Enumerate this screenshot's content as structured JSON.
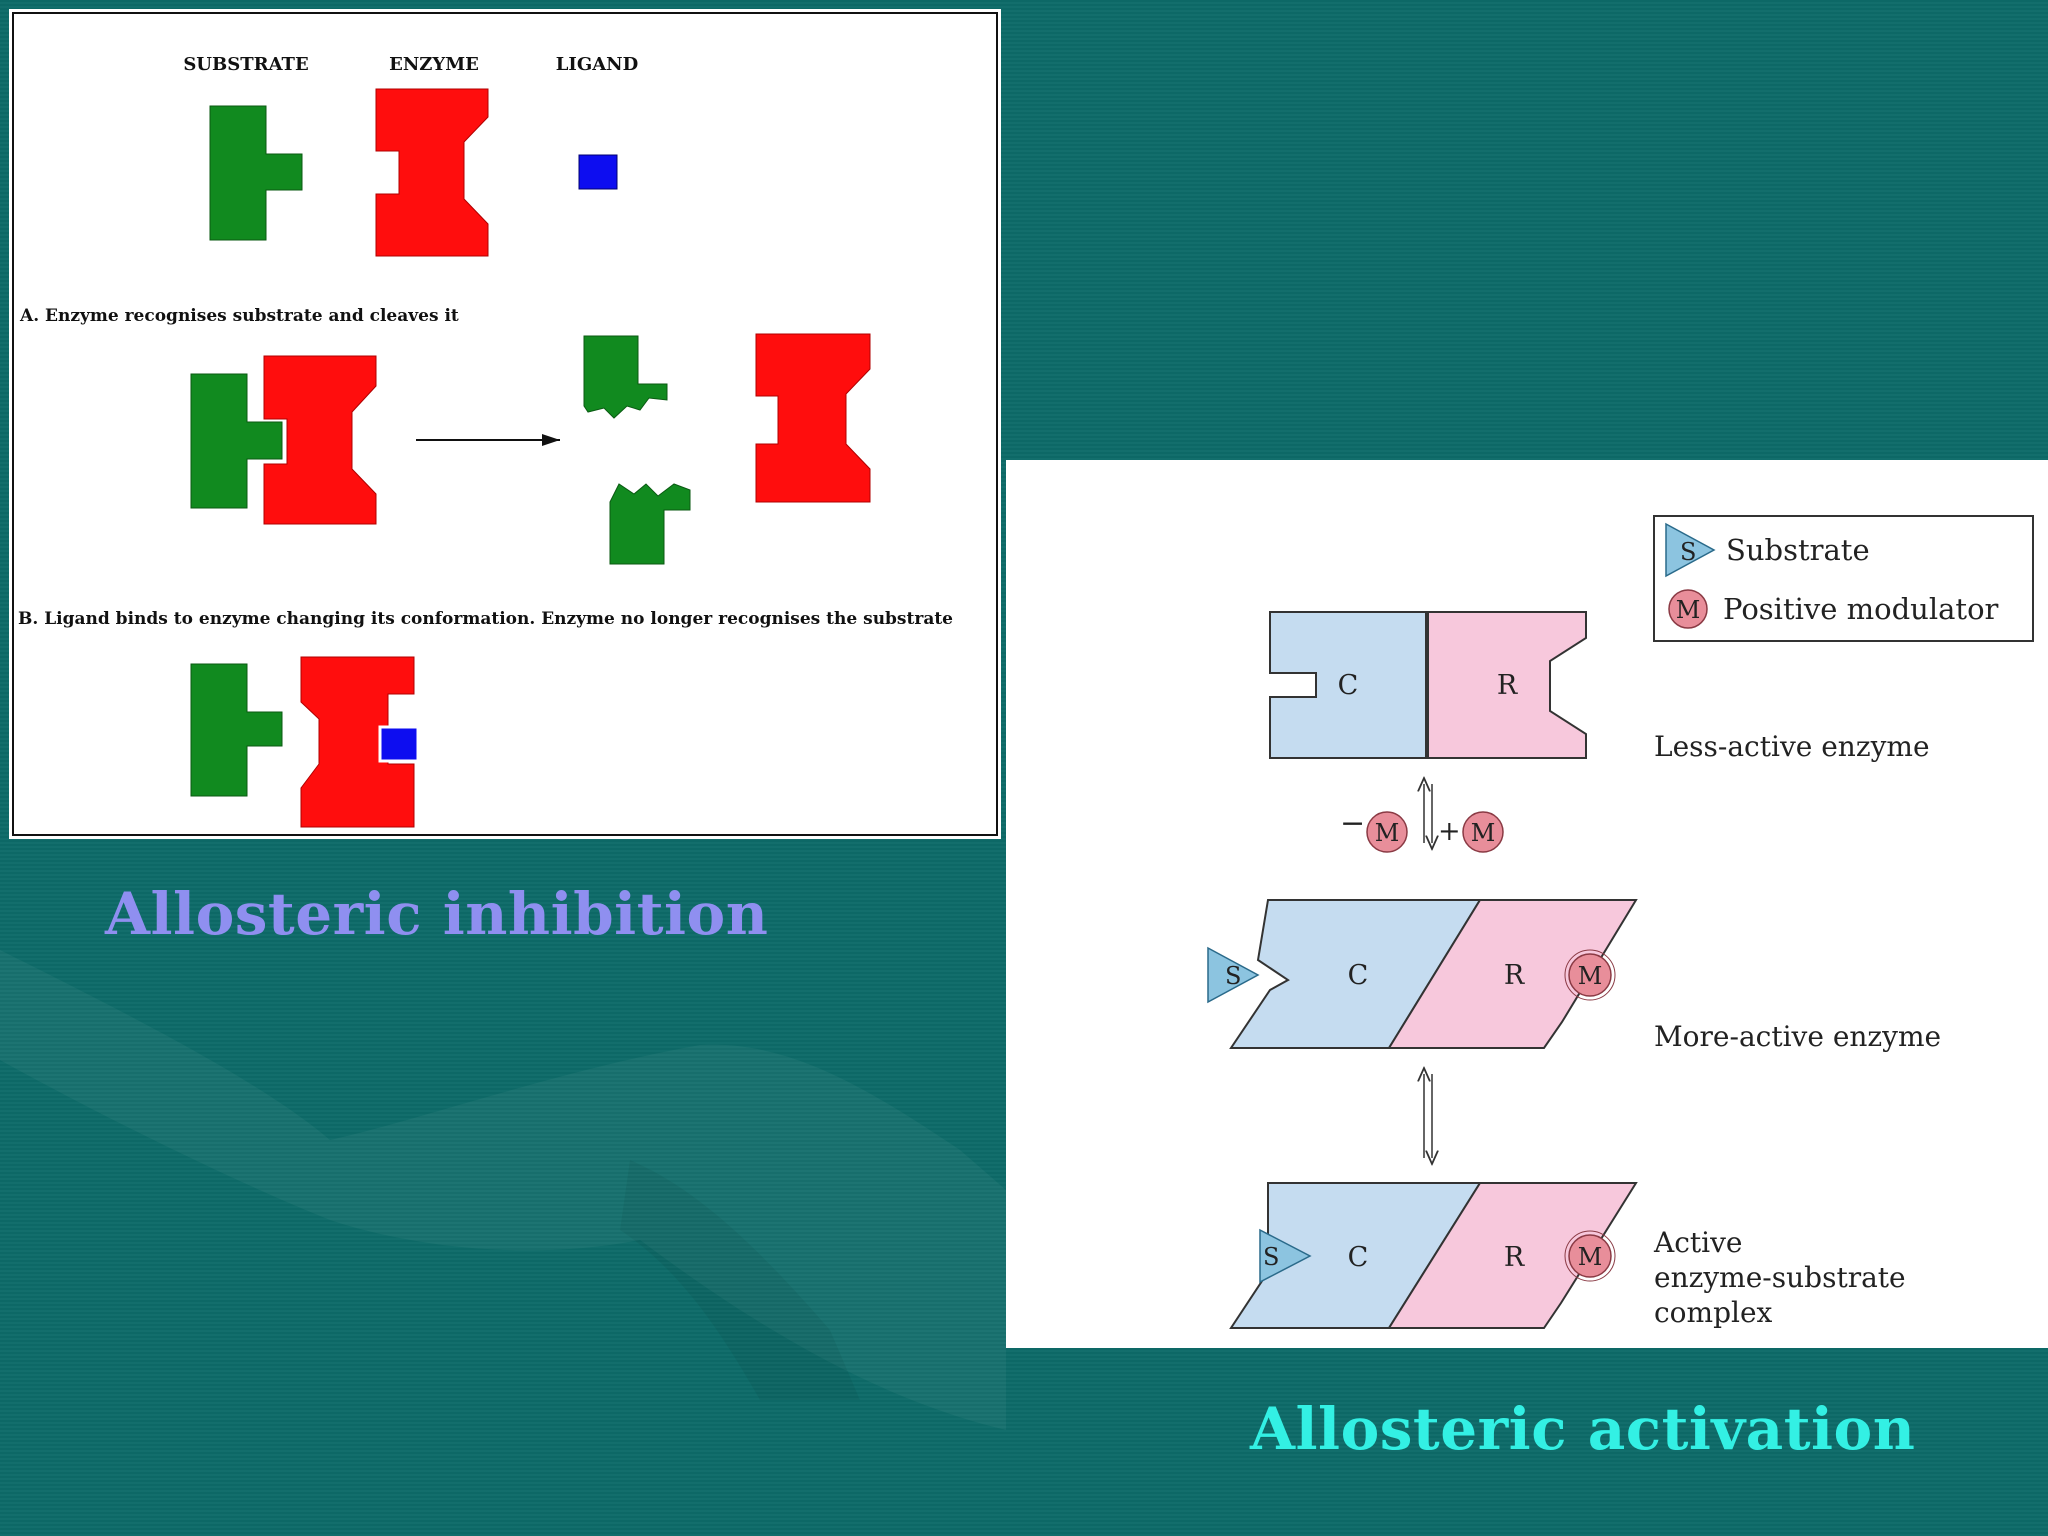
{
  "slide": {
    "title_inhibition": "Allosteric inhibition",
    "title_activation": "Allosteric activation"
  },
  "inhibition_diagram": {
    "header_labels": {
      "substrate": "SUBSTRATE",
      "enzyme": "ENZYME",
      "ligand": "LIGAND"
    },
    "caption_a": "A.  Enzyme recognises substrate and cleaves it",
    "caption_b": "B.  Ligand binds to enzyme changing its conformation. Enzyme no longer recognises the substrate",
    "colors": {
      "substrate": "#118a1f",
      "enzyme": "#ff0d0d",
      "ligand": "#0d0df0"
    }
  },
  "activation_diagram": {
    "legend": {
      "substrate_symbol": "S",
      "substrate_label": "Substrate",
      "modulator_symbol": "M",
      "modulator_label": "Positive modulator"
    },
    "subunit_catalytic": "C",
    "subunit_regulatory": "R",
    "equilibrium_minus": "−",
    "equilibrium_plus": "+",
    "states": [
      "Less-active enzyme",
      "More-active enzyme"
    ],
    "state3_lines": [
      "Active",
      "enzyme-substrate",
      "complex"
    ],
    "colors": {
      "catalytic": "#c5dcf0",
      "regulatory": "#f7c8dc",
      "substrate": "#8cc4e0",
      "modulator": "#e88e9a"
    }
  }
}
